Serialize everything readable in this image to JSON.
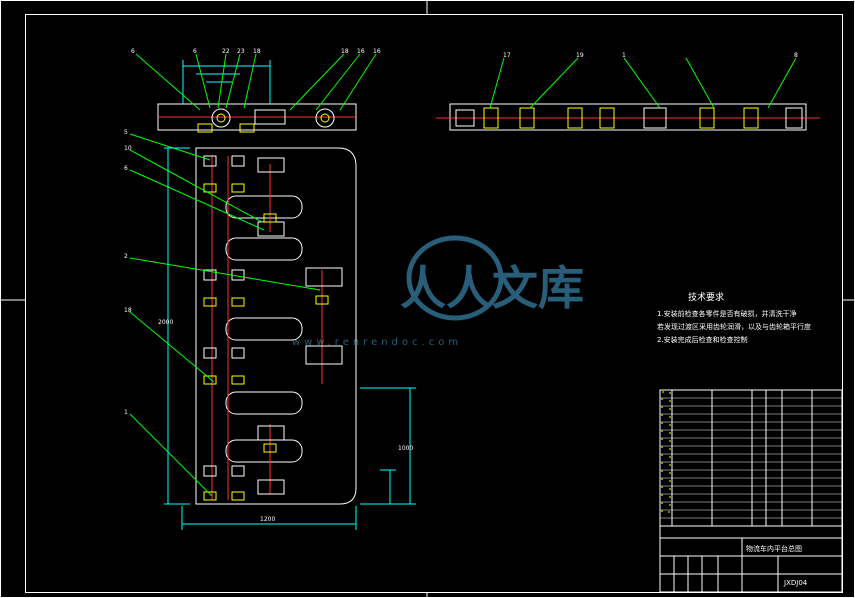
{
  "colors": {
    "background": "#000000",
    "frame": "#ffffff",
    "outline": "#ffffff",
    "leader": "#00ff00",
    "dimension": "#00ffff",
    "part_red": "#ff3030",
    "part_yellow": "#ffff00",
    "watermark": "#2f6f8f"
  },
  "callouts_top": [
    "6",
    "6",
    "22",
    "23",
    "18",
    "18",
    "16",
    "16"
  ],
  "callouts_right": [
    "17",
    "19",
    "1",
    "8"
  ],
  "callouts_left": [
    "5",
    "10",
    "6",
    "2",
    "18",
    "1"
  ],
  "dimensions": {
    "overall_width": "1200",
    "overall_height": "2000",
    "side_height": "1000"
  },
  "watermark": {
    "logo_text": "人人文库",
    "url_text": "www.renrendoc.com"
  },
  "tech_requirements": {
    "title": "技术要求",
    "lines": [
      "1.安装前检查各零件是否有破损，并清洗干净",
      "若发现过渡区采用齿轮润滑，以及与齿轮箱平行度",
      "2.安装完成后检查和检查控制"
    ]
  },
  "title_block": {
    "drawing_title": "物流车内平台总图",
    "drawing_number": "JXDJ04"
  }
}
